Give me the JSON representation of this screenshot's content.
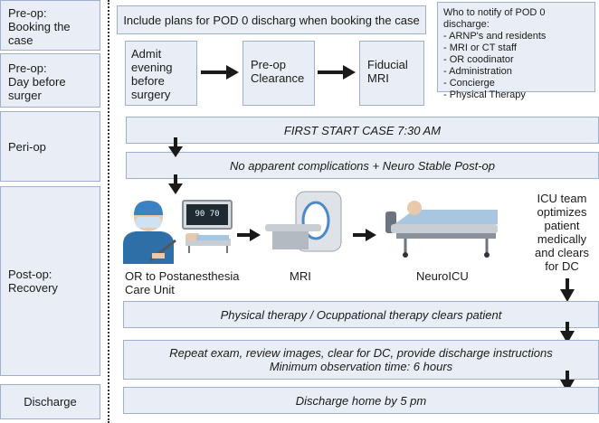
{
  "phases": [
    "Pre-op:\nBooking the case",
    "Pre-op:\nDay before surger",
    "Peri-op",
    "Post-op:\nRecovery",
    "Discharge"
  ],
  "top_banner": "Include plans for POD 0 discharg when booking the case",
  "notify_box": {
    "title": "Who to notify of POD 0 discharge:",
    "items": [
      "- ARNP's and residents",
      "- MRI or CT staff",
      "- OR coodinator",
      "- Administration",
      "- Concierge",
      "- Physical Therapy"
    ]
  },
  "pre_op_steps": [
    "Admit evening before surgery",
    "Pre-op Clearance",
    "Fiducial MRI"
  ],
  "first_start": "FIRST START CASE 7:30 AM",
  "no_complications": "No apparent complications + Neuro Stable Post-op",
  "monitor_readout": [
    "90",
    "70"
  ],
  "recovery_labels": [
    "OR to Postanesthesia Care Unit",
    "MRI",
    "NeuroICU"
  ],
  "icu_text": "ICU team optimizes patient medically and clears for DC",
  "pt_bar": "Physical therapy / Ocuppational therapy clears patient",
  "repeat_exam": [
    "Repeat exam, review images, clear for DC, provide discharge instructions",
    "Minimum observation time: 6 hours"
  ],
  "discharge_bar": "Discharge home by 5 pm",
  "colors": {
    "box_fill": "#e9eef6",
    "box_border": "#9db0cc",
    "arrow": "#1a1a1a",
    "scrub_blue": "#2f6fa8"
  }
}
